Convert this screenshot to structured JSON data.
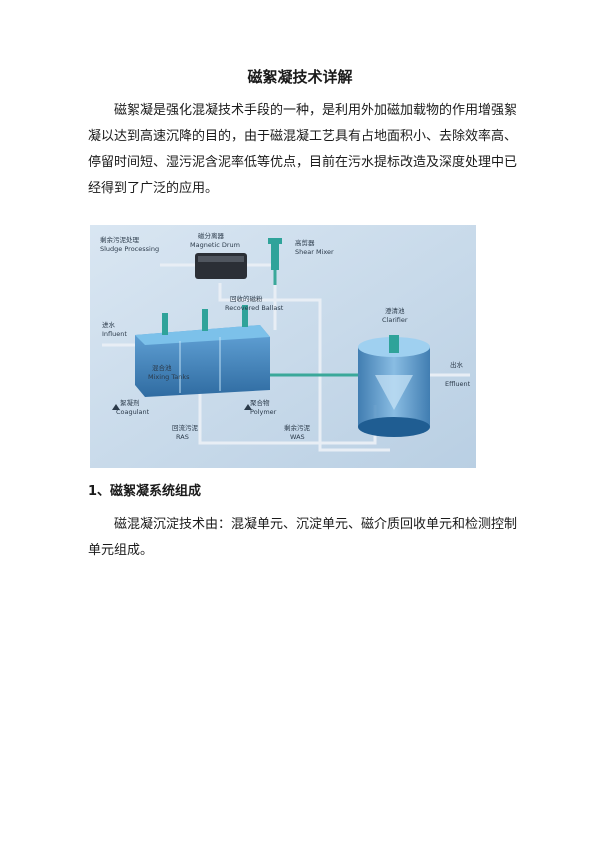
{
  "title": "磁絮凝技术详解",
  "intro": "磁絮凝是强化混凝技术手段的一种，是利用外加磁加载物的作用增强絮凝以达到高速沉降的目的，由于磁混凝工艺具有占地面积小、去除效率高、停留时间短、湿污泥含泥率低等优点，目前在污水提标改造及深度处理中已经得到了广泛的应用。",
  "figure": {
    "labels": {
      "sludge_cn": "剩余污泥处理",
      "sludge_en": "Sludge Processing",
      "drum_cn": "磁分离器",
      "drum_en": "Magnetic Drum",
      "shear_cn": "高剪器",
      "shear_en": "Shear Mixer",
      "ballast_cn": "回收的磁粉",
      "ballast_en": "Recovered Ballast",
      "influent_cn": "进水",
      "influent_en": "Influent",
      "mixing_cn": "混合池",
      "mixing_en": "Mixing Tanks",
      "clarifier_cn": "澄清池",
      "clarifier_en": "Clarifier",
      "effluent_cn": "出水",
      "effluent_en": "Effluent",
      "coagulant_cn": "絮凝剂",
      "coagulant_en": "Coagulant",
      "polymer_cn": "聚合物",
      "polymer_en": "Polymer",
      "ras_cn": "回流污泥",
      "ras_en": "RAS",
      "was_cn": "剩余污泥",
      "was_en": "WAS"
    }
  },
  "section1": {
    "heading": "1、磁絮凝系统组成",
    "text": "磁混凝沉淀技术由：混凝单元、沉淀单元、磁介质回收单元和检测控制单元组成。"
  }
}
